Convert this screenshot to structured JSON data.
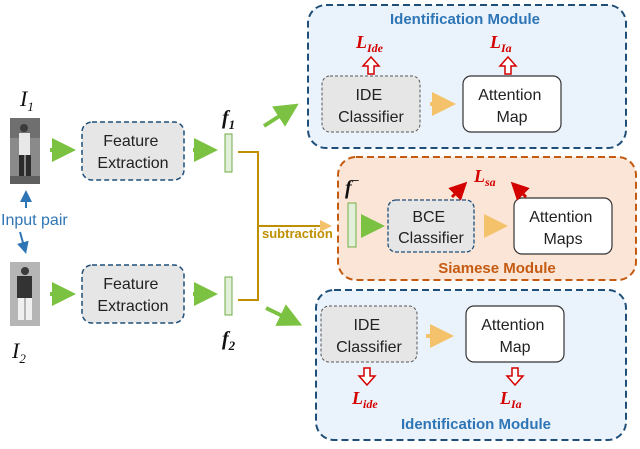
{
  "input": {
    "image1_label": "I",
    "image1_sub": "1",
    "image2_label": "I",
    "image2_sub": "2",
    "pair_label": "Input pair"
  },
  "feature_extraction": {
    "top_line1": "Feature",
    "top_line2": "Extraction",
    "bottom_line1": "Feature",
    "bottom_line2": "Extraction"
  },
  "features": {
    "f1": "f",
    "f1_sub": "1",
    "f2": "f",
    "f2_sub": "2",
    "fminus": "f",
    "fminus_sup": "−",
    "subtraction_label": "subtraction"
  },
  "top_module": {
    "title": "Identification Module",
    "classifier_line1": "IDE",
    "classifier_line2": "Classifier",
    "map_line1": "Attention",
    "map_line2": "Map",
    "loss1_main": "L",
    "loss1_sub": "Ide",
    "loss2_main": "L",
    "loss2_sub": "Ia"
  },
  "siamese_module": {
    "title": "Siamese Module",
    "classifier_line1": "BCE",
    "classifier_line2": "Classifier",
    "map_line1": "Attention",
    "map_line2": "Maps",
    "loss_main": "L",
    "loss_sub": "sa"
  },
  "bottom_module": {
    "title": "Identification Module",
    "classifier_line1": "IDE",
    "classifier_line2": "Classifier",
    "map_line1": "Attention",
    "map_line2": "Map",
    "loss1_main": "L",
    "loss1_sub": "ide",
    "loss2_main": "L",
    "loss2_sub": "Ia"
  },
  "colors": {
    "module_fill": "#eaf3fb",
    "module_border": "#1f4e79",
    "module_title": "#2e75b6",
    "siamese_fill": "#fbe5d6",
    "siamese_border": "#c55a11",
    "siamese_title": "#c55a11",
    "box_fill": "#e7e6e6",
    "loss_red": "#d40000",
    "green_arrow": "#7cc242",
    "orange_arrow": "#f4c26a",
    "subtraction": "#bf8f00",
    "blue_text": "#2e75b6"
  }
}
